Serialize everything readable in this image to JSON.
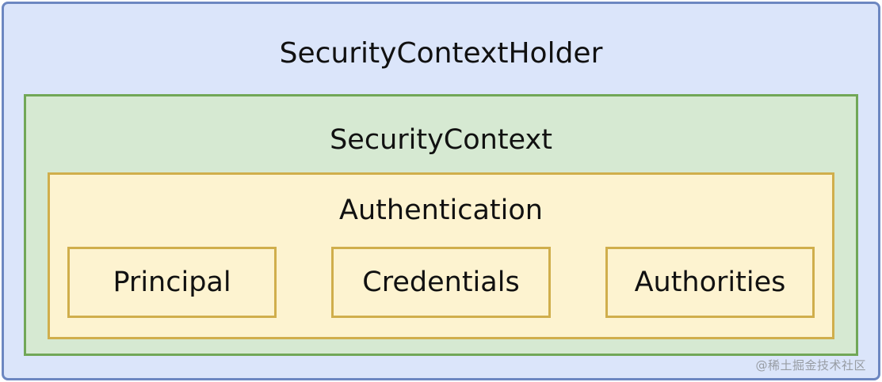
{
  "diagram": {
    "holder": {
      "label": "SecurityContextHolder"
    },
    "context": {
      "label": "SecurityContext"
    },
    "authentication": {
      "label": "Authentication",
      "items": [
        {
          "label": "Principal"
        },
        {
          "label": "Credentials"
        },
        {
          "label": "Authorities"
        }
      ]
    }
  },
  "watermark": {
    "text": "@稀土掘金技术社区"
  },
  "colors": {
    "holder_fill": "#dbe5fa",
    "holder_border": "#6c87c1",
    "context_fill": "#d6e9d2",
    "context_border": "#71a757",
    "auth_fill": "#fdf3d0",
    "auth_border": "#d0ae4c",
    "text": "#111111",
    "watermark": "#8c9095"
  }
}
